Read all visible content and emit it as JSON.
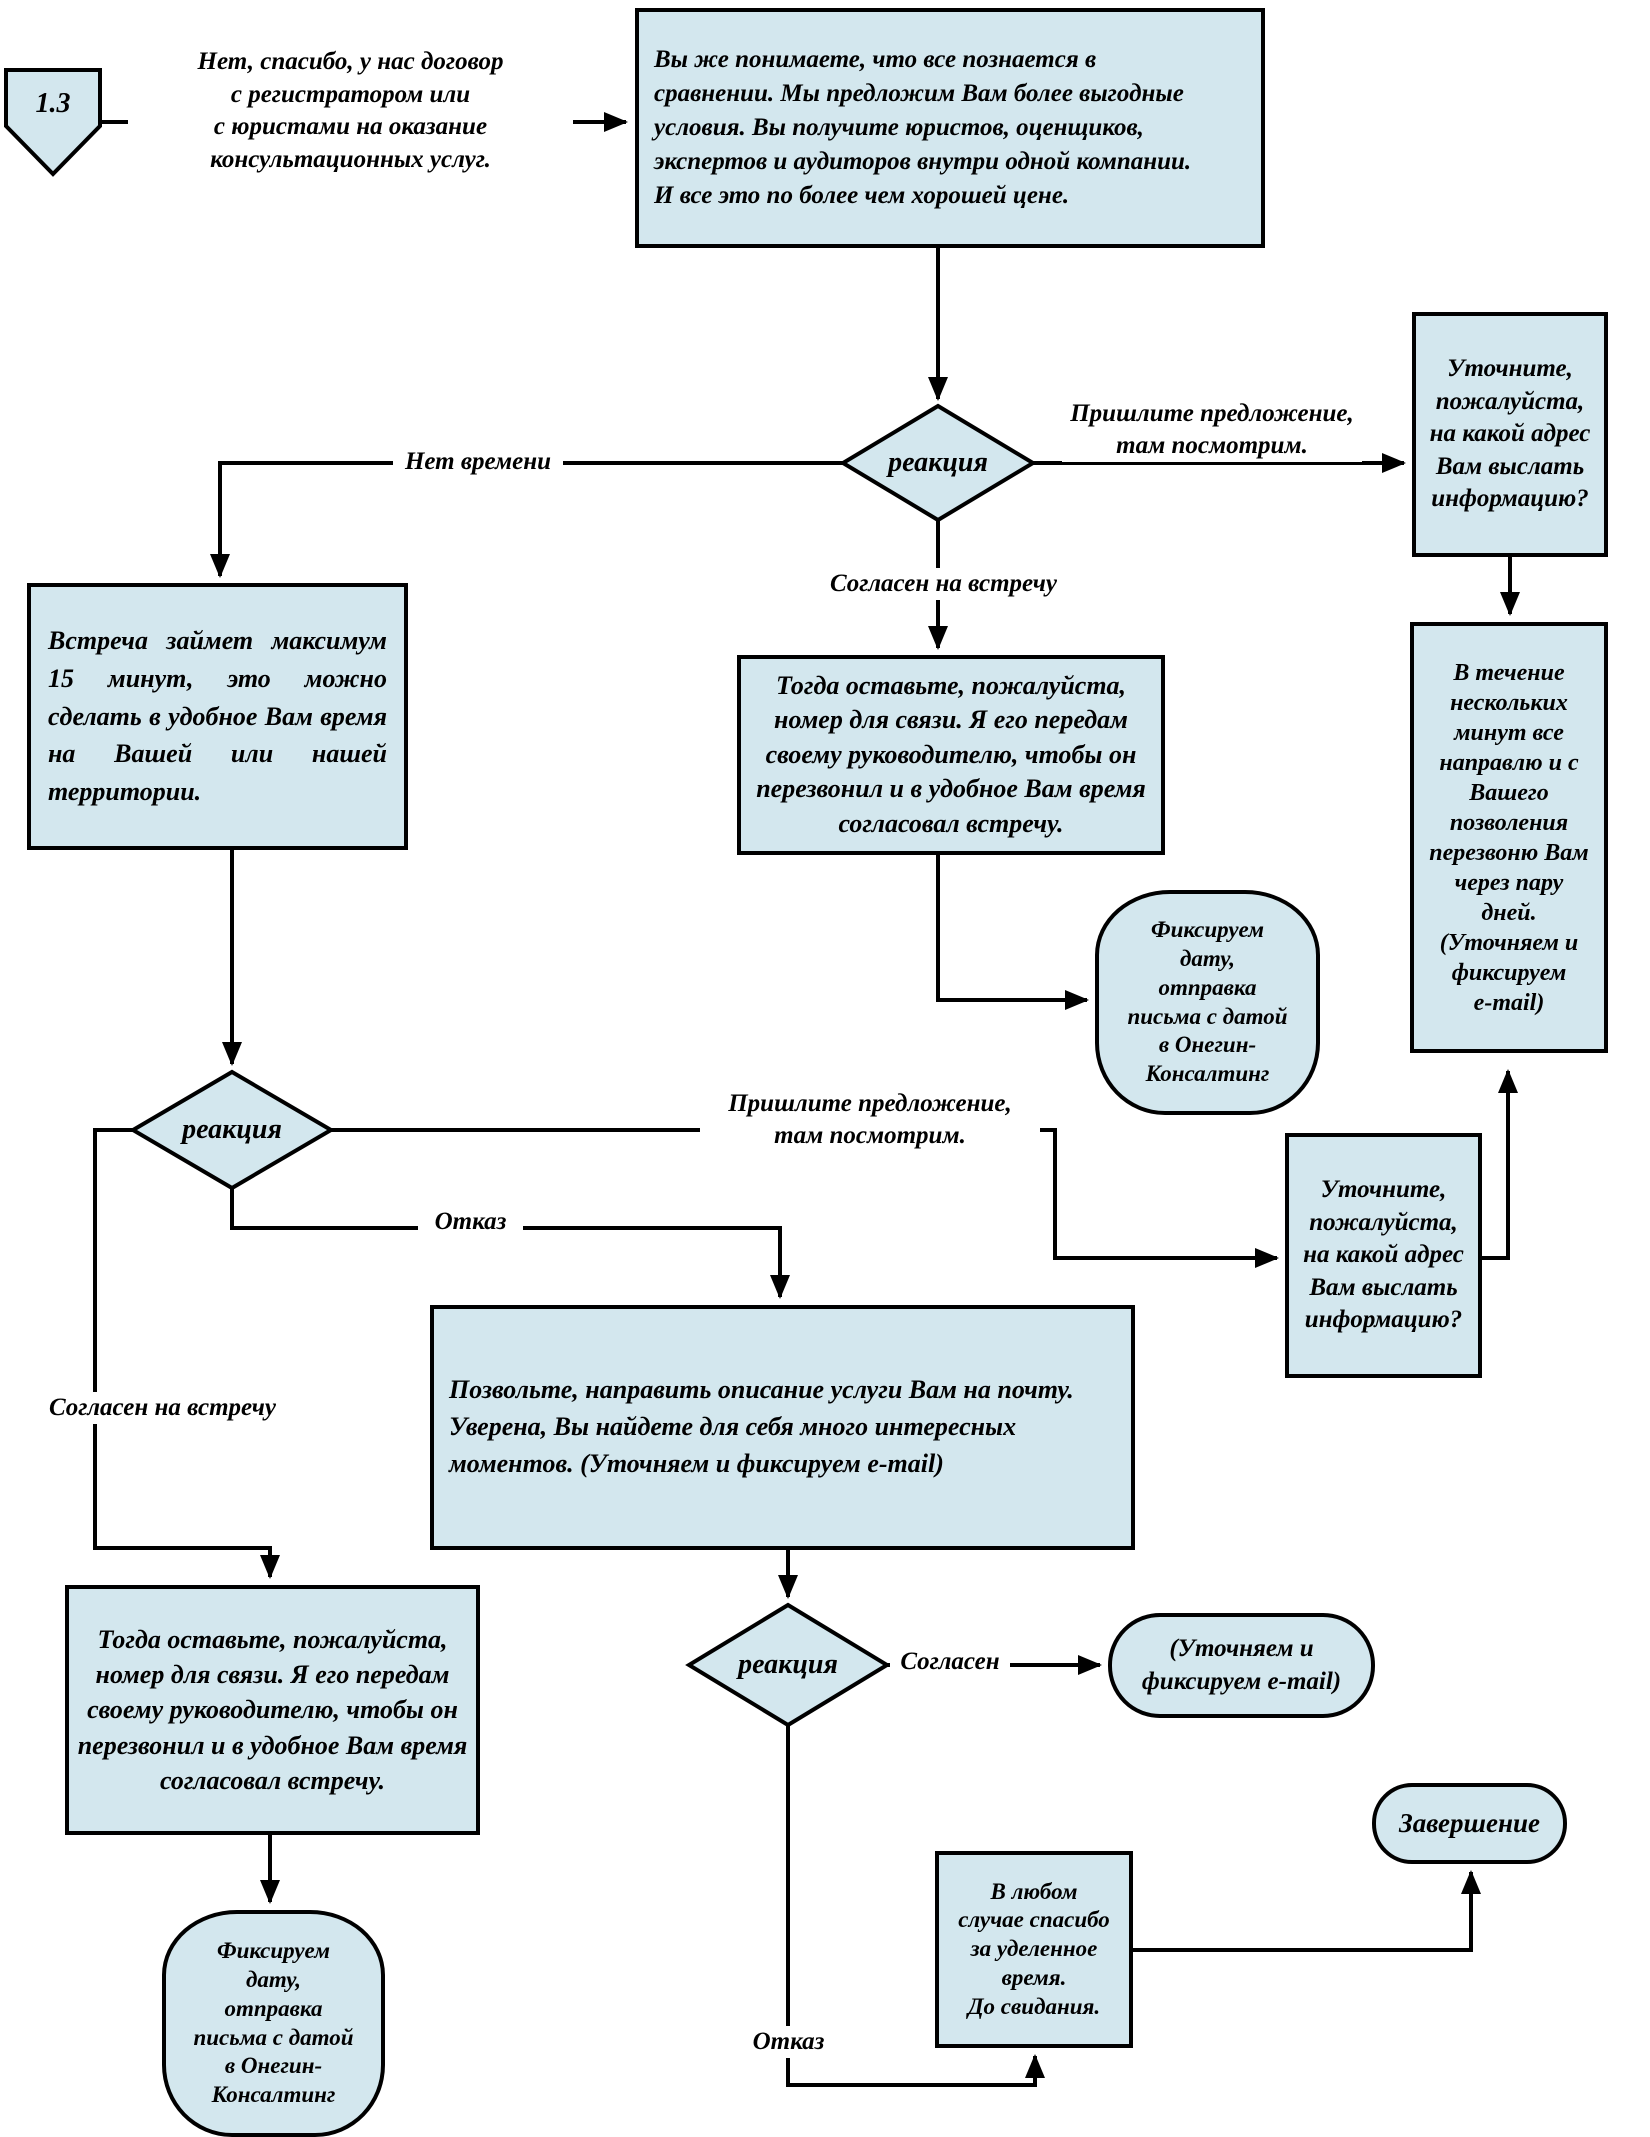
{
  "colors": {
    "node_fill": "#d3e7ee",
    "line": "#000000"
  },
  "connector": {
    "label": "1.3"
  },
  "edge_labels": {
    "start_note": "Нет, спасибо, у нас договор\nс регистратором или\nс юристами на оказание\nконсультационных услуг.",
    "no_time": "Нет времени",
    "send_offer_1": "Пришлите предложение,\nтам посмотрим.",
    "agree_meeting_1": "Согласен на встречу",
    "send_offer_2": "Пришлите предложение,\nтам посмотрим.",
    "agree_meeting_2": "Согласен на встречу",
    "refuse_1": "Отказ",
    "agree": "Согласен",
    "refuse_2": "Отказ"
  },
  "nodes": {
    "intro": {
      "text": "Вы же понимаете, что все познается в\nсравнении. Мы предложим Вам более выгодные\nусловия. Вы получите юристов, оценщиков,\nэкспертов и аудиторов внутри одной компании.\nИ все это по более чем хорошей цене."
    },
    "decision_1": {
      "text": "реакция"
    },
    "decision_2": {
      "text": "реакция"
    },
    "decision_3": {
      "text": "реакция"
    },
    "meeting_15": {
      "text": "Встреча займет максимум 15 минут, это можно сделать в удобное Вам время на Вашей или нашей территории."
    },
    "leave_number_1": {
      "text": "Тогда оставьте, пожалуйста, номер для связи. Я его передам своему руководителю, чтобы он перезвонил и в удобное Вам время согласовал встречу."
    },
    "leave_number_2": {
      "text": "Тогда оставьте, пожалуйста, номер для связи. Я его передам своему руководителю, чтобы он перезвонил и в удобное Вам время согласовал встречу."
    },
    "clarify_address_1": {
      "text": "Уточните,\nпожалуйста,\nна какой адрес\nВам выслать\nинформацию?"
    },
    "clarify_address_2": {
      "text": "Уточните,\nпожалуйста,\nна какой адрес\nВам выслать\nинформацию?"
    },
    "send_in_minutes": {
      "text": "В течение\nнескольких\nминут все\nнаправлю и с\nВашего\nпозволения\nперезвоню Вам\nчерез пару\nдней.\n(Уточняем и\nфиксируем\ne-mail)"
    },
    "fix_date_1": {
      "text": "Фиксируем\nдату,\nотправка\nписьма с датой\nв Онегин-\nКонсалтинг"
    },
    "fix_date_2": {
      "text": "Фиксируем\nдату,\nотправка\nписьма с датой\nв Онегин-\nКонсалтинг"
    },
    "send_description": {
      "text": "Позвольте, направить описание услуги Вам на почту.\nУверена, Вы найдете для себя много интересных\nмоментов. (Уточняем и фиксируем e-mail)"
    },
    "clarify_email": {
      "text": "(Уточняем и\nфиксируем e-mail)"
    },
    "thanks_goodbye": {
      "text": "В любом\nслучае спасибо\nза уделенное\nвремя.\nДо свидания."
    },
    "finish": {
      "text": "Завершение"
    }
  }
}
